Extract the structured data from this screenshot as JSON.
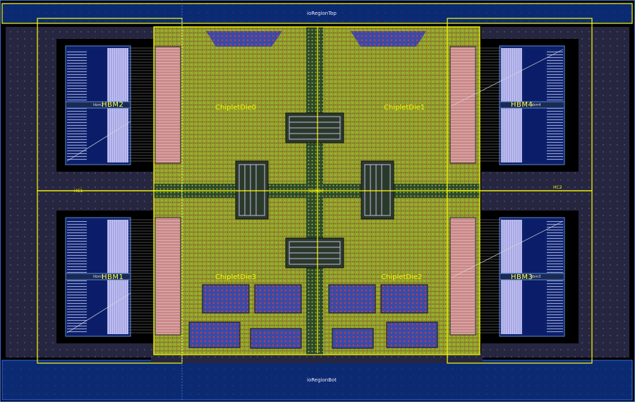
{
  "regions": {
    "io_top": "ioRegionTop",
    "io_bot": "ioRegionBot"
  },
  "dies": [
    {
      "key": "die0",
      "label": "ChipletDie0"
    },
    {
      "key": "die1",
      "label": "ChipletDie1"
    },
    {
      "key": "die2",
      "label": "ChipletDie2"
    },
    {
      "key": "die3",
      "label": "ChipletDie3"
    }
  ],
  "hbms": [
    {
      "key": "hbm1",
      "label": "HBM1",
      "tag": "hbm1"
    },
    {
      "key": "hbm2",
      "label": "HBM2",
      "tag": "hbm2"
    },
    {
      "key": "hbm3",
      "label": "HBM3",
      "tag": "hbm3"
    },
    {
      "key": "hbm4",
      "label": "HBM4",
      "tag": "hbm4"
    }
  ],
  "center_label": "Center",
  "hc_labels": {
    "left": "HC1",
    "right": "HC2"
  },
  "colors": {
    "background": "#000000",
    "io_region": "#0a2a6e",
    "frame_outline": "#ffff00",
    "die_fill": "#8fa028",
    "hbm_body": "#0c1f6a",
    "hbm_bar": "#b9b9ee",
    "phy_block": "#d89090",
    "substrate": "#2a2a44",
    "wire_grey": "#9a9a9a"
  }
}
